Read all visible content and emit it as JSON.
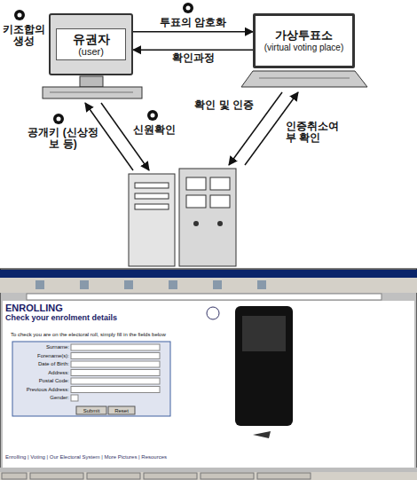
{
  "diagram": {
    "nodes": [
      {
        "text": [
          "유권자",
          "(user)"
        ]
      },
      {
        "text": [
          "가상투표소",
          "(virtual voting place)"
        ]
      }
    ],
    "edges": [
      {
        "from": 0,
        "to": 1,
        "arrow": "to",
        "label": "투표의 암호화"
      },
      {
        "from": 1,
        "to": 0,
        "arrow": "to",
        "label": "확인과정"
      }
    ],
    "labels": [
      "키조합의 생성",
      "공개키 (신상정보 등)",
      "신원확인",
      "확인 및 인증",
      "인증취소여부 확인",
      "ENROLLING",
      "Check your enrolment details",
      "To check you are on the electoral roll, simply fill in the fields below",
      "Surname:",
      "Forename(s):",
      "Date of Birth:",
      "Address:",
      "Postal Code:",
      "Previous Address:",
      "Gender:",
      "Submit",
      "Reset",
      "Enrolling | Voting | Our Electoral System | More Pictures | Resources"
    ]
  }
}
